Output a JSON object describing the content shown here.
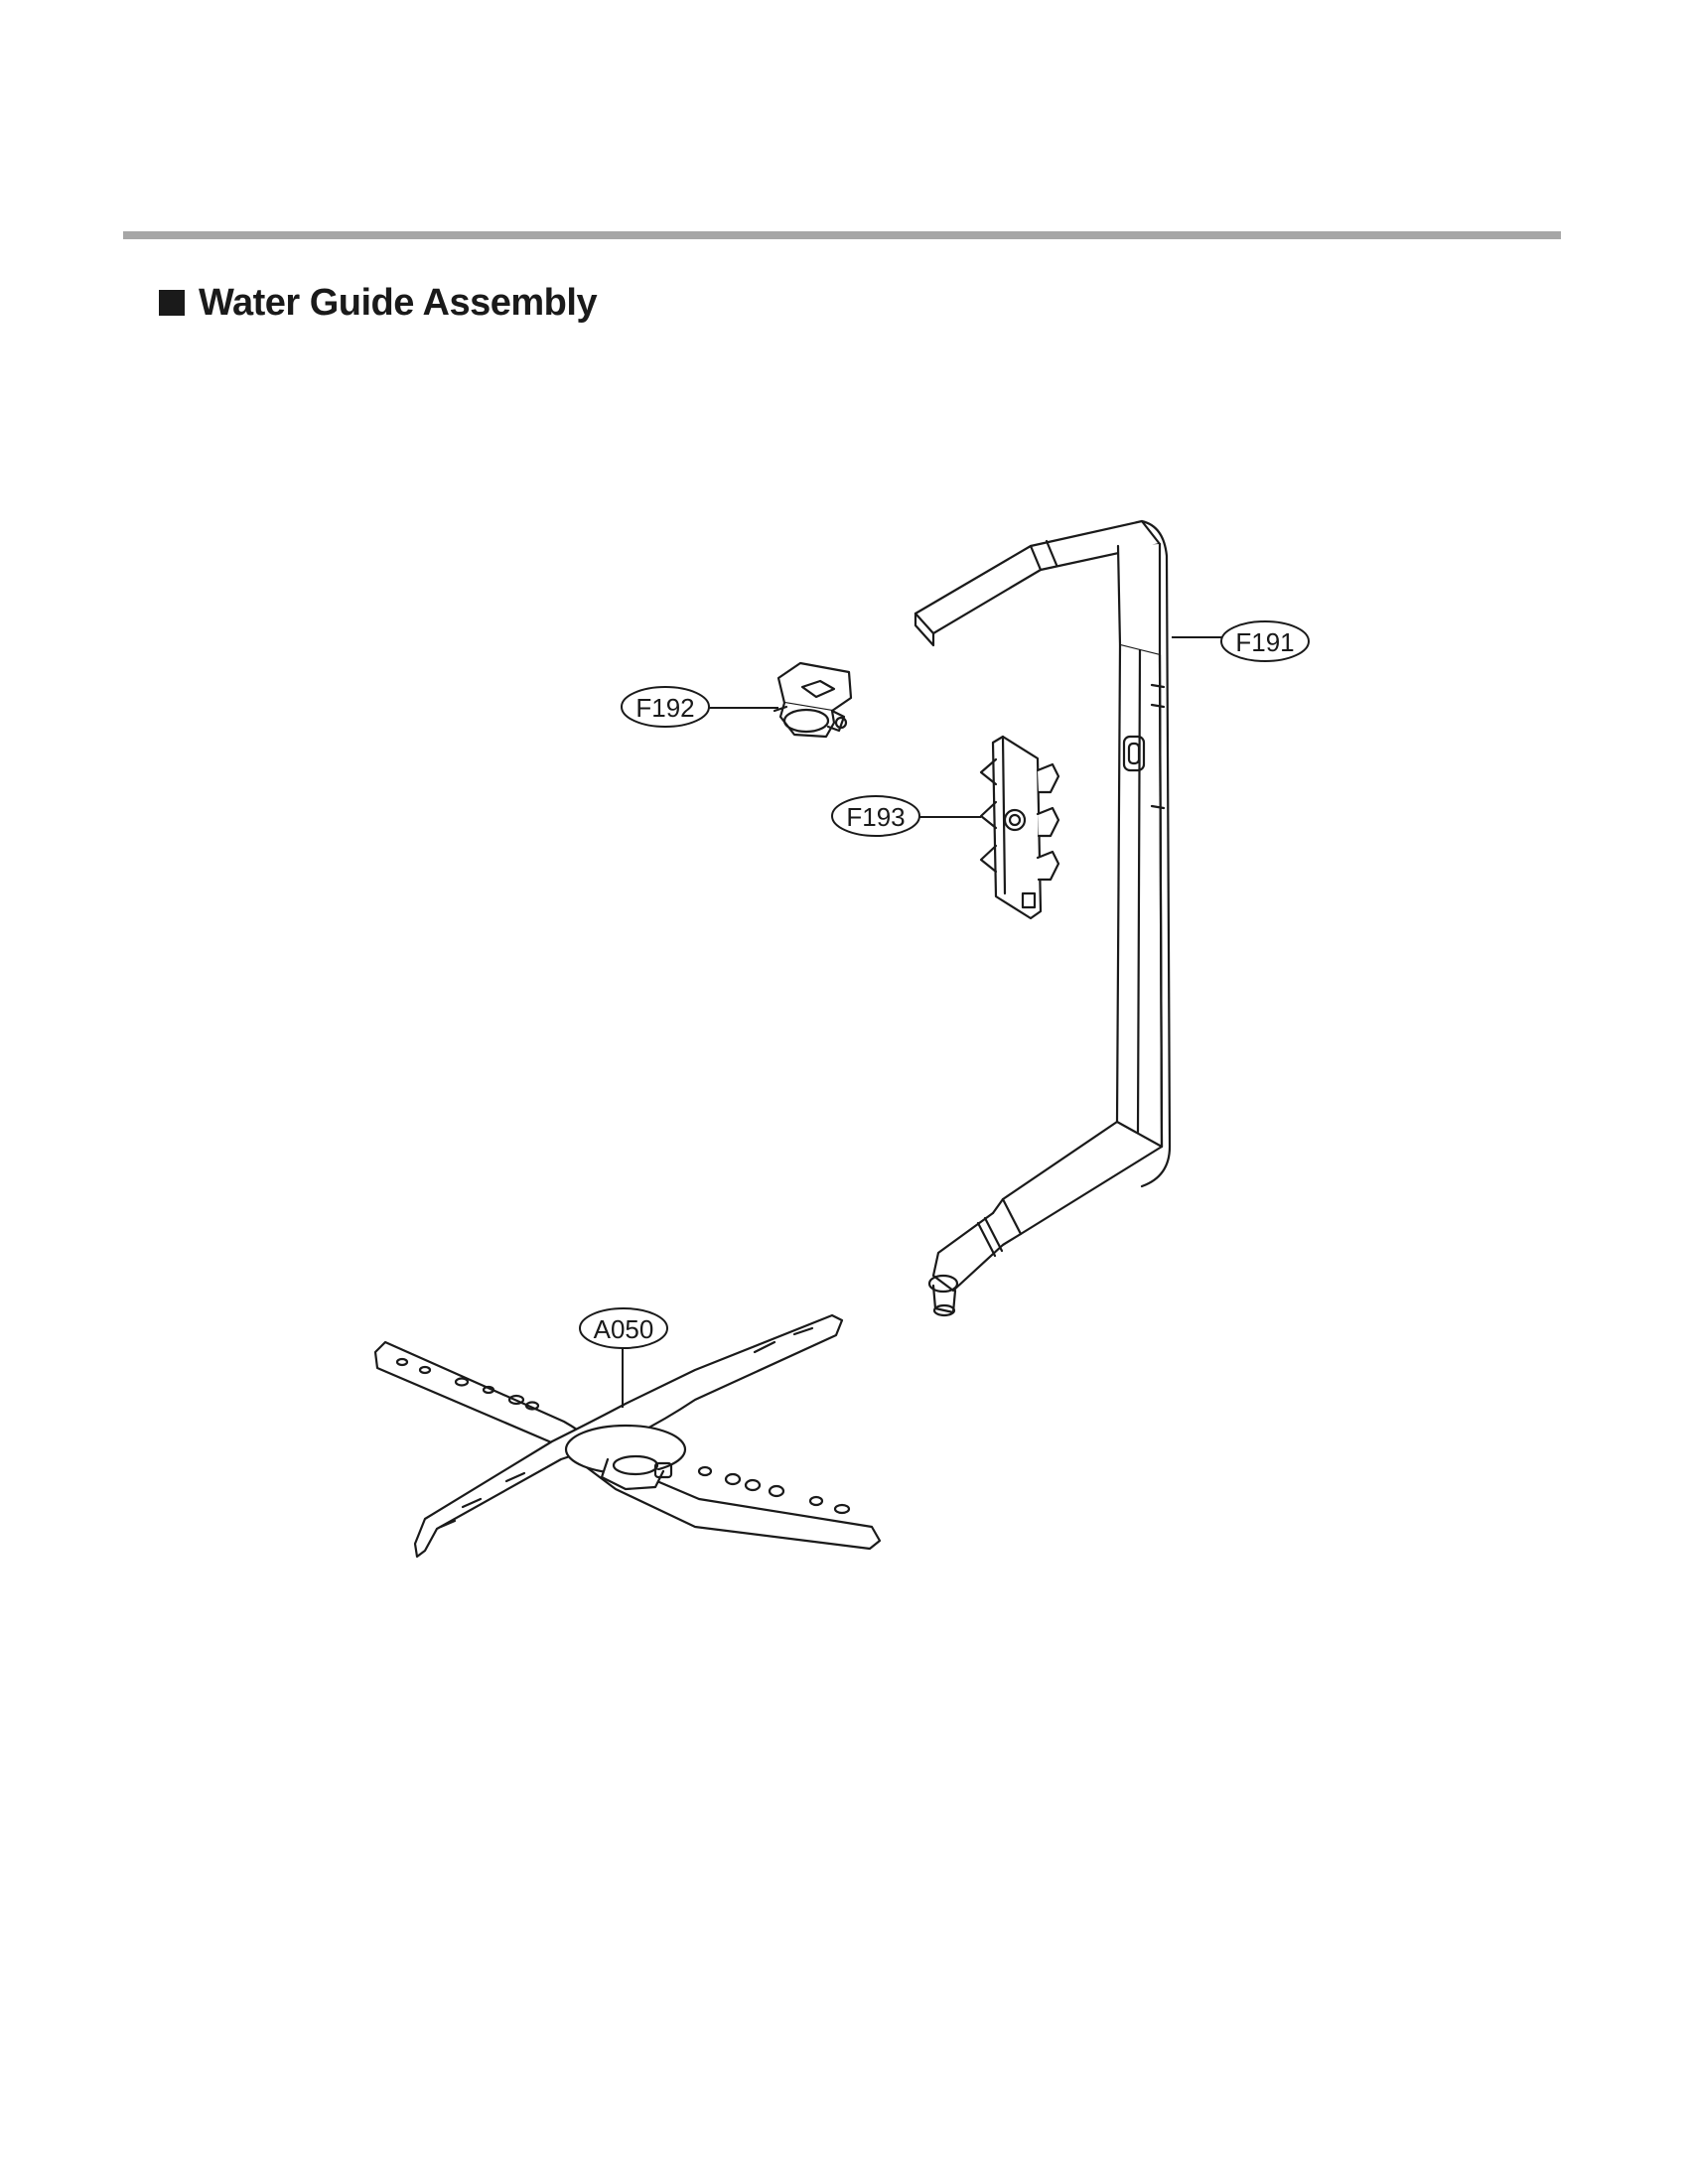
{
  "page": {
    "section_title": "Water Guide Assembly"
  },
  "diagram": {
    "parts": [
      {
        "id": "F191",
        "label": "F191"
      },
      {
        "id": "F192",
        "label": "F192"
      },
      {
        "id": "F193",
        "label": "F193"
      },
      {
        "id": "A050",
        "label": "A050"
      }
    ]
  },
  "colors": {
    "rule": "#a6a6a6",
    "ink": "#1a1a1a"
  }
}
